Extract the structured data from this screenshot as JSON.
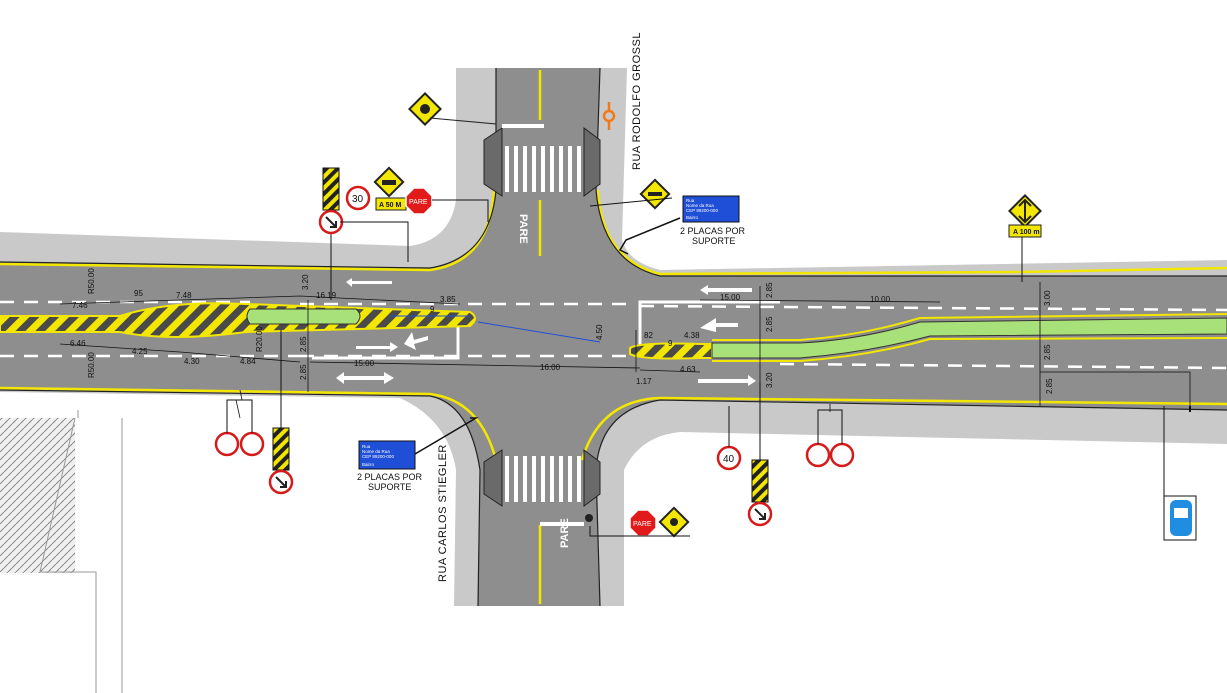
{
  "streets": {
    "north": "RUA RODOLFO GROSSL",
    "south": "RUA CARLOS STIEGLER"
  },
  "pavement_text": "PARE",
  "signs": {
    "speed_30": "30",
    "speed_40": "40",
    "distance_50": "A 50 M",
    "distance_100": "A 100 m",
    "stop": "PARE",
    "street_plate": {
      "line1": "Rua",
      "line2": "Nome da Rua",
      "line3": "CEP 89200-000",
      "line4": "Bairro"
    },
    "plates_note_line1": "2 PLACAS POR",
    "plates_note_line2": "SUPORTE"
  },
  "dimensions": {
    "d_7_46": "7.46",
    "d_95": "95",
    "d_7_48": "7.48",
    "d_16_19": "16.19",
    "d_3_85": "3.85",
    "d_9": "9",
    "d_3_20a": "3.20",
    "d_r50a": "R50.00",
    "d_r50b": "R50.00",
    "d_6_46": "6.46",
    "d_4_25": "4.25",
    "d_4_30": "4.30",
    "d_4_84": "4.84",
    "d_r20": "R20.00",
    "d_2_85a": "2.85",
    "d_2_85b": "2.85",
    "d_15a": "15.00",
    "d_15b": "15.00",
    "d_16": "16.00",
    "d_4_50": "4.50",
    "d_1_17": "1.17",
    "d_82": "82",
    "d_9b": "9",
    "d_4_38": "4.38",
    "d_4_63": "4.63",
    "d_2_85c": "2.85",
    "d_2_85d": "2.85",
    "d_10": "10.00",
    "d_3_00": "3.00",
    "d_2_85e": "2.85",
    "d_3_20b": "3.20",
    "d_2_85f": "2.85"
  },
  "colors": {
    "asphalt": "#8e8e8e",
    "sidewalk": "#c9c9c9",
    "kerb_yellow": "#f3e600",
    "median_green": "#a8e07a",
    "sign_blue": "#1f4fd6",
    "stop_red": "#e11a1a"
  }
}
